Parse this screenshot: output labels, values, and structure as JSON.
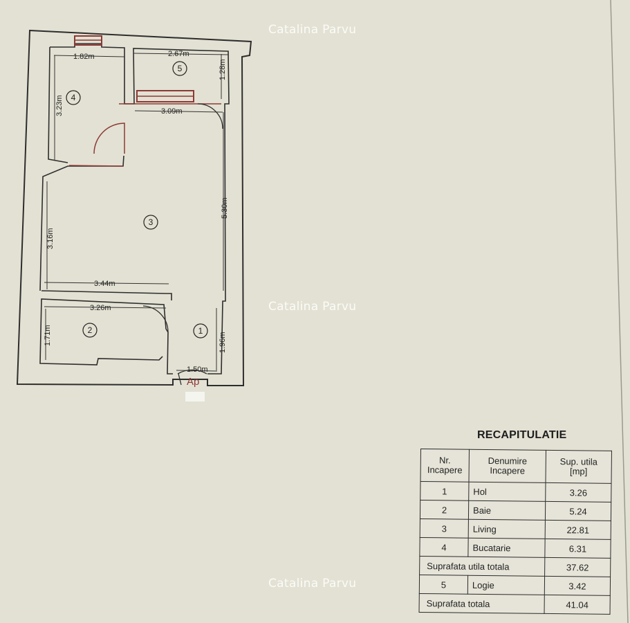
{
  "watermark": "Catalina Parvu",
  "plan": {
    "rooms": [
      "1",
      "2",
      "3",
      "4",
      "5"
    ],
    "dimensions": {
      "d182": "1.82m",
      "d267": "2.67m",
      "d128": "1.28m",
      "d323": "3.23m",
      "d309": "3.09m",
      "d530": "5.30m",
      "d316": "3.16m",
      "d344": "3.44m",
      "d326": "3.26m",
      "d171": "1.71m",
      "d196": "1.96m",
      "d150": "1.50m"
    },
    "entrance": "Ap"
  },
  "recap": {
    "title": "RECAPITULATIE",
    "headers": [
      "Nr. Incapere",
      "Denumire Incapere",
      "Sup. utila [mp]"
    ],
    "rows": [
      {
        "nr": "1",
        "name": "Hol",
        "area": "3.26"
      },
      {
        "nr": "2",
        "name": "Baie",
        "area": "5.24"
      },
      {
        "nr": "3",
        "name": "Living",
        "area": "22.81"
      },
      {
        "nr": "4",
        "name": "Bucatarie",
        "area": "6.31"
      }
    ],
    "subtotal": {
      "label": "Suprafata utila totala",
      "area": "37.62"
    },
    "loggia": {
      "nr": "5",
      "name": "Logie",
      "area": "3.42"
    },
    "total": {
      "label": "Suprafata totala",
      "area": "41.04"
    }
  }
}
